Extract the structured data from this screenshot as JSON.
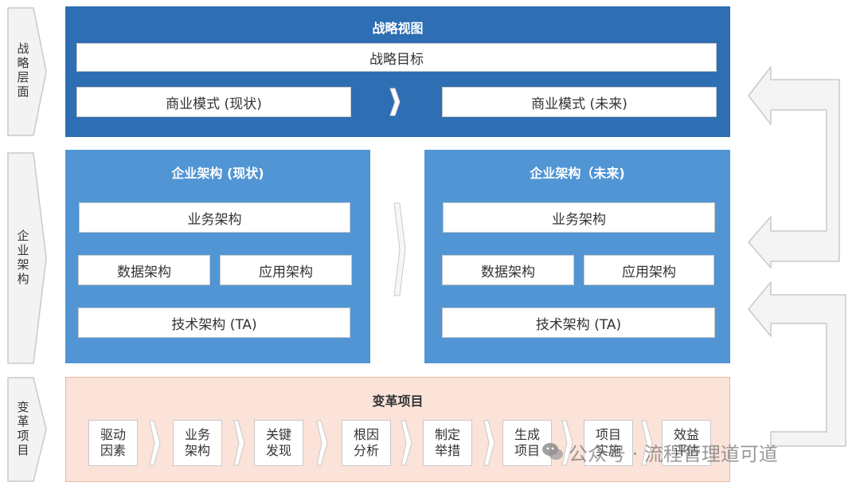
{
  "colors": {
    "strategy_bg": "#2e6fb3",
    "ea_bg": "#5195d4",
    "change_bg": "#fbe3d9",
    "change_border": "#e6b8a2",
    "tab_fill": "#f3f3f3",
    "tab_stroke": "#c9c9c9"
  },
  "layers": {
    "strategy": "战\n略\n层\n面",
    "ea": "企\n业\n架\n构",
    "change": "变\n革\n项\n目"
  },
  "strategy": {
    "title": "战略视图",
    "goal": "战略目标",
    "biz_current": "商业模式 (现状)",
    "biz_future": "商业模式 (未来)"
  },
  "ea_current": {
    "title": "企业架构 (现状)",
    "business": "业务架构",
    "data": "数据架构",
    "application": "应用架构",
    "technology": "技术架构 (TA)"
  },
  "ea_future": {
    "title": "企业架构（未来)",
    "business": "业务架构",
    "data": "数据架构",
    "application": "应用架构",
    "technology": "技术架构 (TA)"
  },
  "change": {
    "title": "变革项目",
    "steps": [
      "驱动\n因素",
      "业务\n架构",
      "关键\n发现",
      "根因\n分析",
      "制定\n举措",
      "生成\n项目",
      "项目\n实施",
      "效益\n评估"
    ]
  },
  "watermark": {
    "icon": "wechat-icon",
    "text": "公众号 · 流程管理道可道"
  }
}
